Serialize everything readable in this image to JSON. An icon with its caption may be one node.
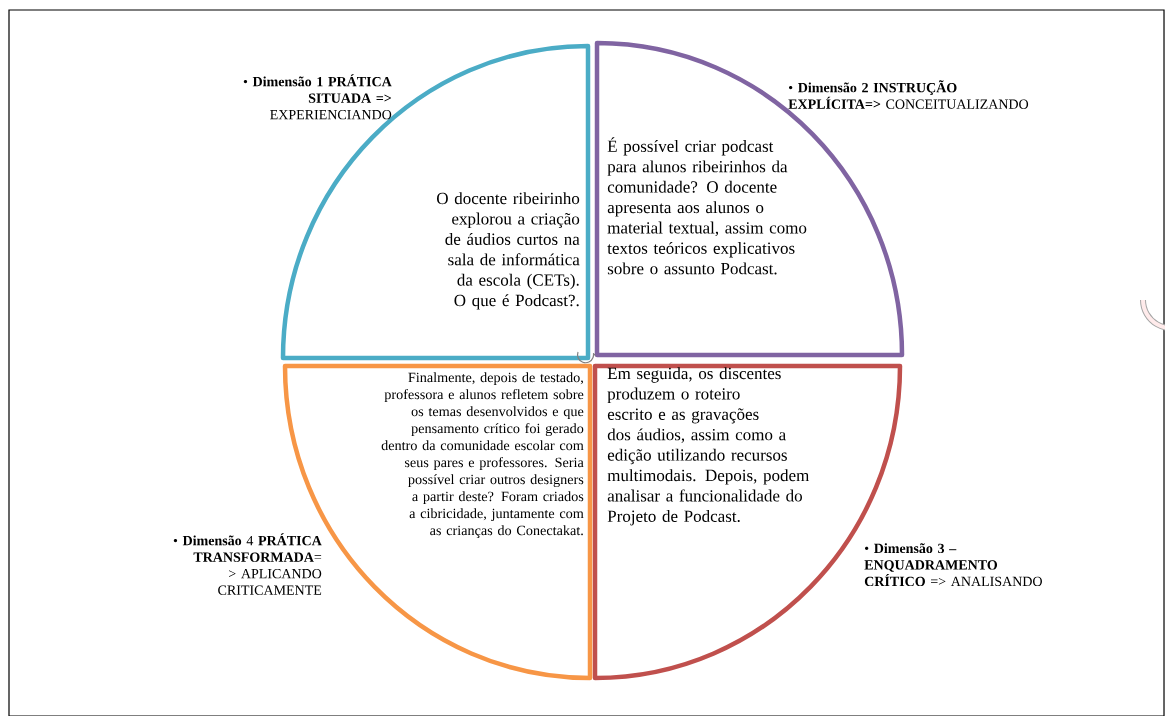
{
  "diagram": {
    "nodes": [
      {
        "text": [
          "• **Dimensão 1 PRÁTICA SITUADA =>** EXPERIENCIANDO",
          "O docente ribeirinho explorou a criação de áudios curtos na sala de informática da escola (CETs).  O que é Podcast?."
        ]
      },
      {
        "text": [
          "• **Dimensão 2 INSTRUÇÃO EXPLÍCITA=>** CONCEITUALIZANDO",
          "É possível criar podcast para alunos ribeirinhos da comunidade? O docente apresenta aos alunos o material textual, assim como textos teóricos explicativos sobre o assunto Podcast."
        ]
      },
      {
        "text": [
          "• **Dimensão 3 – ENQUADRAMENTO CRÍTICO** => ANALISANDO",
          "Em seguida, os discentes produzem o roteiro escrito e as gravações dos áudios, assim como a edição utilizando recursos multimodais. Depois, podem analisar a funcionalidade do Projeto de Podcast."
        ]
      },
      {
        "text": [
          "• **Dimensão** 4 **PRÁTICA TRANSFORMADA**= > APLICANDO CRITICAMENTE",
          "Finalmente, depois de testado, professora e alunos refletem sobre os temas desenvolvidos e que pensamento crítico foi gerado dentro da comunidade escolar com seus pares e professores. Seria possível criar outros designers a partir deste? Foram criados a cibricidade, juntamente com as crianças do Conectakat."
        ]
      }
    ]
  }
}
